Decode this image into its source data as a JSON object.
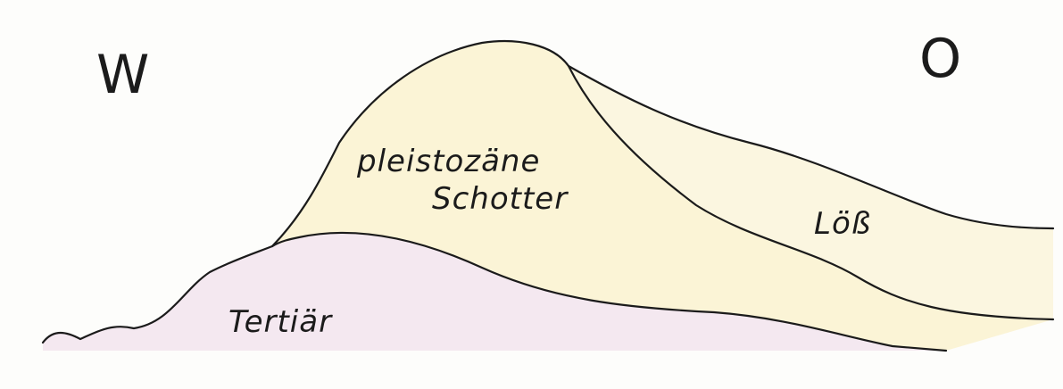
{
  "orientation": {
    "west": "W",
    "east": "O"
  },
  "layers": {
    "schotter": {
      "line1": "pleistozäne",
      "line2": "Schotter",
      "color": "#fbf4d6"
    },
    "loess": {
      "label": "Löß",
      "color": "#fbf6e0"
    },
    "tertiaer": {
      "label": "Tertiär",
      "color": "#f4e8f0"
    }
  },
  "colors": {
    "line": "#1b1b1b",
    "background": "#fdfdfb"
  }
}
